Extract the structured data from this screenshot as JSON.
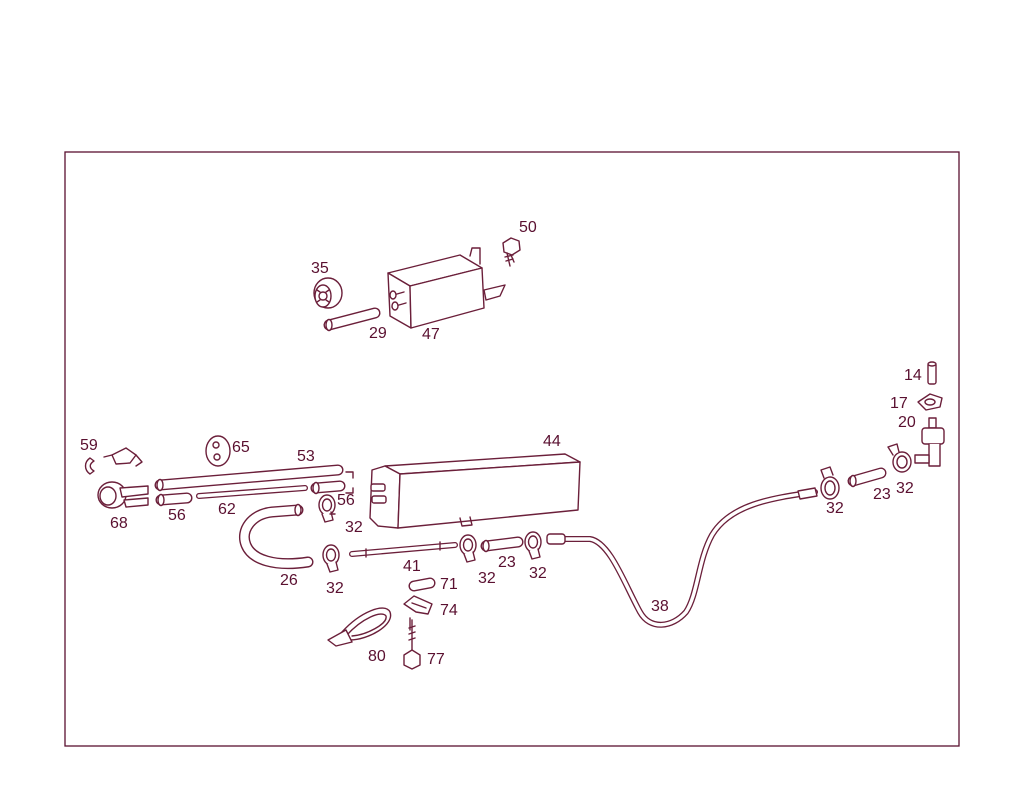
{
  "diagram": {
    "type": "exploded parts diagram",
    "line_color": "#6b1f3a",
    "frame_color": "#5a1030",
    "background": "#ffffff"
  },
  "labels": {
    "p14": "14",
    "p17": "17",
    "p20": "20",
    "p23a": "23",
    "p23b": "23",
    "p26": "26",
    "p29": "29",
    "p32a": "32",
    "p32b": "32",
    "p32c": "32",
    "p32d": "32",
    "p32e": "32",
    "p32f": "32",
    "p35": "35",
    "p38": "38",
    "p41": "41",
    "p44": "44",
    "p47": "47",
    "p50": "50",
    "p53": "53",
    "p56a": "56",
    "p56b": "56",
    "p59": "59",
    "p62": "62",
    "p65": "65",
    "p68": "68",
    "p71": "71",
    "p74": "74",
    "p77": "77",
    "p80": "80"
  }
}
